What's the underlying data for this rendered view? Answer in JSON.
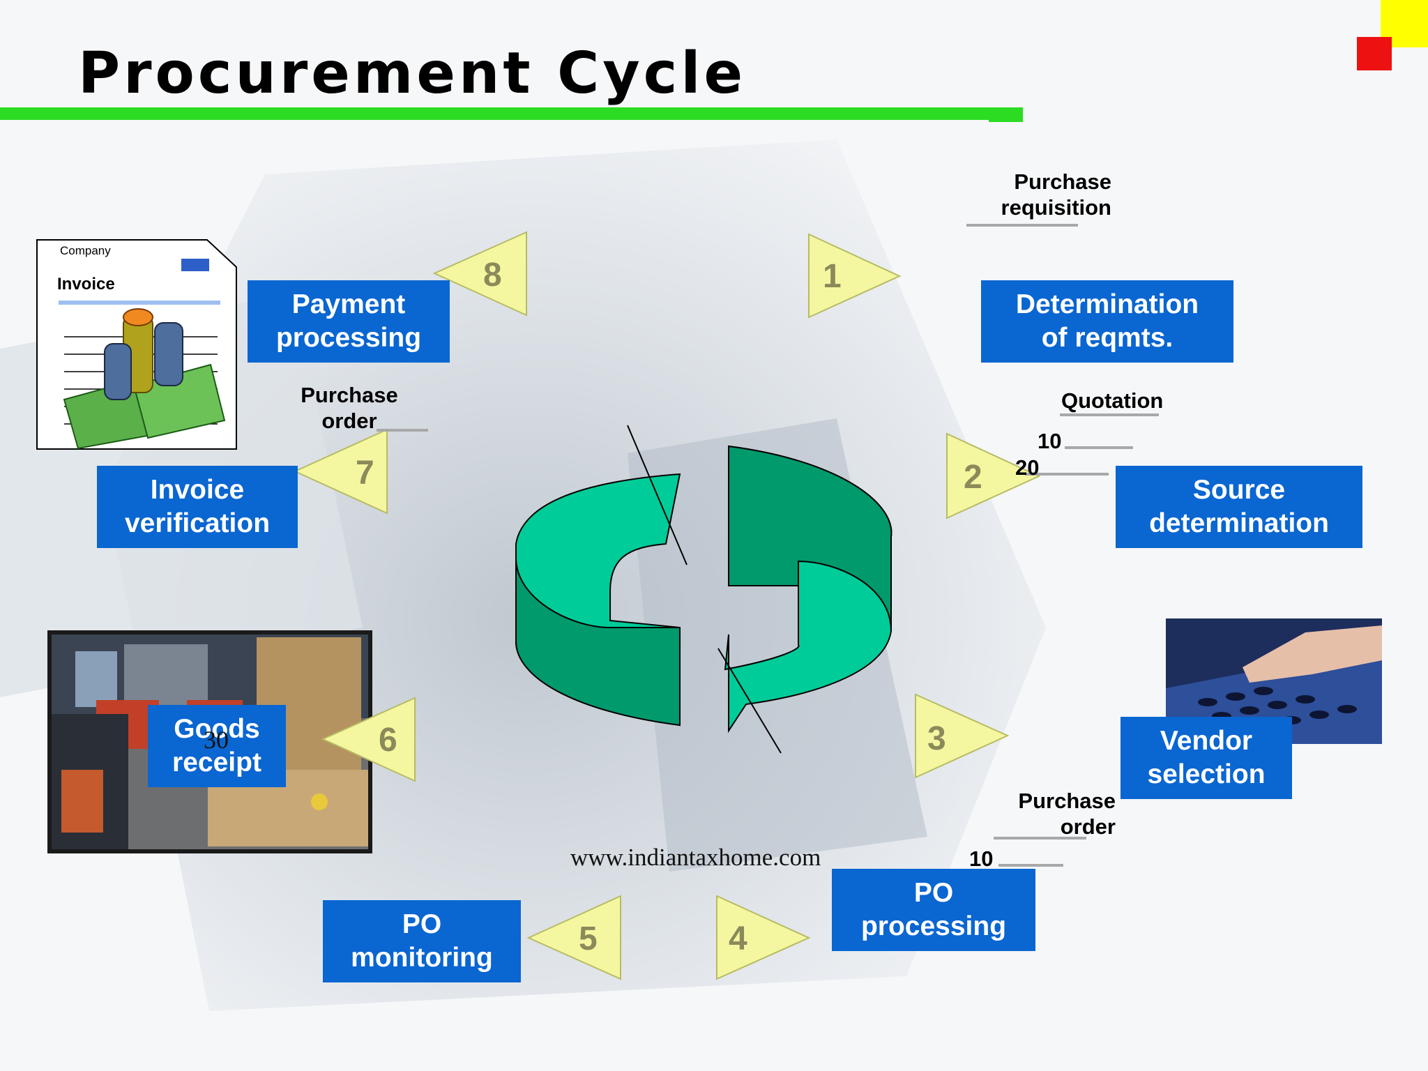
{
  "title": "Procurement Cycle",
  "steps": [
    {
      "number": "1",
      "label": "Determination\nof reqmts."
    },
    {
      "number": "2",
      "label": "Source\ndetermination"
    },
    {
      "number": "3",
      "label": "Vendor\nselection"
    },
    {
      "number": "4",
      "label": "PO\nprocessing"
    },
    {
      "number": "5",
      "label": "PO\nmonitoring"
    },
    {
      "number": "6",
      "label": "Goods\nreceipt"
    },
    {
      "number": "7",
      "label": "Invoice\nverification"
    },
    {
      "number": "8",
      "label": "Payment\nprocessing"
    }
  ],
  "doc_labels": {
    "purchase_requisition": "Purchase\nrequisition",
    "quotation": "Quotation",
    "quotation_line_1": "10",
    "quotation_line_2": "20",
    "po_right": "Purchase\norder",
    "po_right_line": "10",
    "po_left": "Purchase\norder",
    "goods_receipt_overlay": "30"
  },
  "invoice_image": {
    "company": "Company",
    "invoice": "Invoice"
  },
  "website": "www.indiantaxhome.com",
  "colors": {
    "box": "#0a66d1",
    "accent_green": "#2bdc22",
    "arrow_fill": "#f4f7a0",
    "cycle_light": "#00cc99",
    "cycle_dark": "#009a6c"
  }
}
